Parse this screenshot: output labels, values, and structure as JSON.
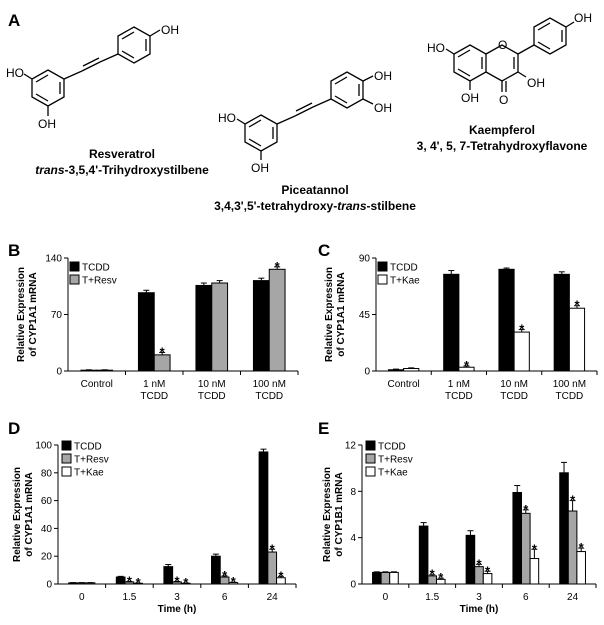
{
  "panels": {
    "A": "A",
    "B": "B",
    "C": "C",
    "D": "D",
    "E": "E"
  },
  "compounds": {
    "resveratrol": {
      "name": "Resveratrol",
      "iupac_italic": "trans",
      "iupac_rest": "-3,5,4'-Trihydroxystilbene"
    },
    "piceatannol": {
      "name": "Piceatannol",
      "iupac_pre": "3,4,3',5'-tetrahydroxy-",
      "iupac_italic": "trans",
      "iupac_post": "-stilbene"
    },
    "kaempferol": {
      "name": "Kaempferol",
      "iupac": "3, 4', 5, 7-Tetrahydroxyflavone"
    }
  },
  "atoms": {
    "oh": "OH",
    "ho": "HO",
    "o": "O"
  },
  "colors": {
    "tcdd": "#000000",
    "resv": "#a6a6a6",
    "kae": "#ffffff"
  },
  "chart_data": [
    {
      "panel": "B",
      "type": "bar",
      "ylabel_line1": "Relative Expression",
      "ylabel_line2": "of CYP1A1 mRNA",
      "ylim": [
        0,
        140
      ],
      "yticks": [
        0,
        70,
        140
      ],
      "categories": [
        [
          "Control"
        ],
        [
          "1 nM",
          "TCDD"
        ],
        [
          "10 nM",
          "TCDD"
        ],
        [
          "100 nM",
          "TCDD"
        ]
      ],
      "series": [
        {
          "name": "TCDD",
          "color": "#000000",
          "values": [
            1,
            97,
            106,
            112
          ],
          "errors": [
            0.5,
            3,
            3,
            3
          ]
        },
        {
          "name": "T+Resv",
          "color": "#a6a6a6",
          "values": [
            1,
            20,
            109,
            126
          ],
          "errors": [
            0.5,
            3,
            3,
            3
          ]
        }
      ],
      "significance": [
        [
          false,
          false
        ],
        [
          false,
          true
        ],
        [
          false,
          false
        ],
        [
          false,
          true
        ]
      ],
      "star": "*",
      "legend": "top-left"
    },
    {
      "panel": "C",
      "type": "bar",
      "ylabel_line1": "Relative Expression",
      "ylabel_line2": "of CYP1A1 mRNA",
      "ylim": [
        0,
        90
      ],
      "yticks": [
        0,
        45,
        90
      ],
      "categories": [
        [
          "Control"
        ],
        [
          "1 nM",
          "TCDD"
        ],
        [
          "10 nM",
          "TCDD"
        ],
        [
          "100 nM",
          "TCDD"
        ]
      ],
      "series": [
        {
          "name": "TCDD",
          "color": "#000000",
          "values": [
            1,
            77,
            81,
            77
          ],
          "errors": [
            0.5,
            3,
            1,
            2
          ]
        },
        {
          "name": "T+Kae",
          "color": "#ffffff",
          "values": [
            2,
            3,
            31,
            50
          ],
          "errors": [
            0.5,
            1,
            2,
            2
          ]
        }
      ],
      "significance": [
        [
          false,
          false
        ],
        [
          false,
          true
        ],
        [
          false,
          true
        ],
        [
          false,
          true
        ]
      ],
      "star": "*",
      "legend": "top-left"
    },
    {
      "panel": "D",
      "type": "bar",
      "ylabel_line1": "Relative Expression",
      "ylabel_line2": "of CYP1A1 mRNA",
      "xlabel": "Time (h)",
      "ylim": [
        0,
        100
      ],
      "yticks": [
        0,
        20,
        40,
        60,
        80,
        100
      ],
      "categories": [
        [
          "0"
        ],
        [
          "1.5"
        ],
        [
          "3"
        ],
        [
          "6"
        ],
        [
          "24"
        ]
      ],
      "series": [
        {
          "name": "TCDD",
          "color": "#000000",
          "values": [
            0.8,
            5,
            12.5,
            20,
            95
          ],
          "errors": [
            0.2,
            0.5,
            1.5,
            1.5,
            2
          ]
        },
        {
          "name": "T+Resv",
          "color": "#a6a6a6",
          "values": [
            0.8,
            1.5,
            1.5,
            5,
            23
          ],
          "errors": [
            0.2,
            0.3,
            0.3,
            0.8,
            2
          ]
        },
        {
          "name": "T+Kae",
          "color": "#ffffff",
          "values": [
            0.8,
            0.5,
            0.5,
            1,
            4.5
          ],
          "errors": [
            0.2,
            0.2,
            0.2,
            0.3,
            1
          ]
        }
      ],
      "significance": [
        [
          false,
          false,
          false
        ],
        [
          false,
          true,
          true
        ],
        [
          false,
          true,
          true
        ],
        [
          false,
          true,
          true
        ],
        [
          false,
          true,
          true
        ]
      ],
      "star": "*",
      "legend": "top-left"
    },
    {
      "panel": "E",
      "type": "bar",
      "ylabel_line1": "Relative Expression",
      "ylabel_line2": "of CYP1B1 mRNA",
      "xlabel": "Time (h)",
      "ylim": [
        0,
        12
      ],
      "yticks": [
        0,
        4,
        8,
        12
      ],
      "categories": [
        [
          "0"
        ],
        [
          "1.5"
        ],
        [
          "3"
        ],
        [
          "6"
        ],
        [
          "24"
        ]
      ],
      "series": [
        {
          "name": "TCDD",
          "color": "#000000",
          "values": [
            1,
            5,
            4.2,
            7.9,
            9.6
          ],
          "errors": [
            0.05,
            0.3,
            0.4,
            0.6,
            0.9
          ]
        },
        {
          "name": "T+Resv",
          "color": "#a6a6a6",
          "values": [
            1,
            0.7,
            1.5,
            6.1,
            6.3
          ],
          "errors": [
            0.05,
            0.1,
            0.2,
            0.3,
            0.9
          ]
        },
        {
          "name": "T+Kae",
          "color": "#ffffff",
          "values": [
            1,
            0.4,
            0.9,
            2.2,
            2.8
          ],
          "errors": [
            0.05,
            0.1,
            0.2,
            0.8,
            0.3
          ]
        }
      ],
      "significance": [
        [
          false,
          false,
          false
        ],
        [
          false,
          true,
          true
        ],
        [
          false,
          true,
          true
        ],
        [
          false,
          true,
          true
        ],
        [
          false,
          true,
          true
        ]
      ],
      "star": "*",
      "legend": "top-left"
    }
  ]
}
